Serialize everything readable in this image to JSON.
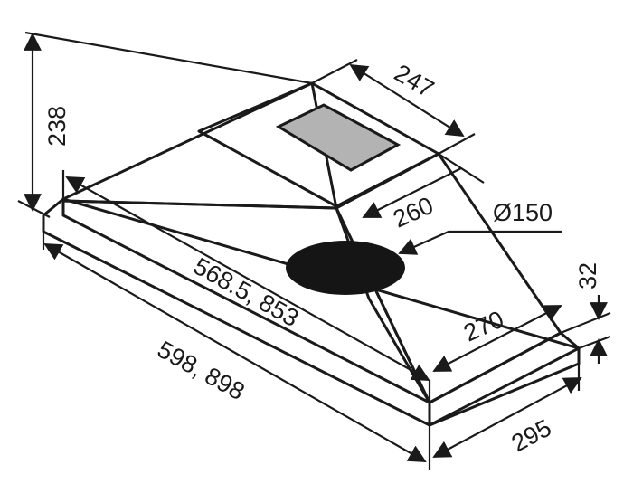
{
  "diagram": {
    "labels": {
      "height_total": "238",
      "top_depth": "247",
      "inner_depth": "260",
      "outlet_diameter": "Ø150",
      "lip_height": "32",
      "inner_width": "568.5, 853",
      "lower_depth": "270",
      "outer_width": "598, 898",
      "base_depth": "295"
    },
    "colors": {
      "body_fill": "#d4d4d4",
      "outline": "#1a1a1a",
      "outlet_fill": "#151515"
    }
  }
}
